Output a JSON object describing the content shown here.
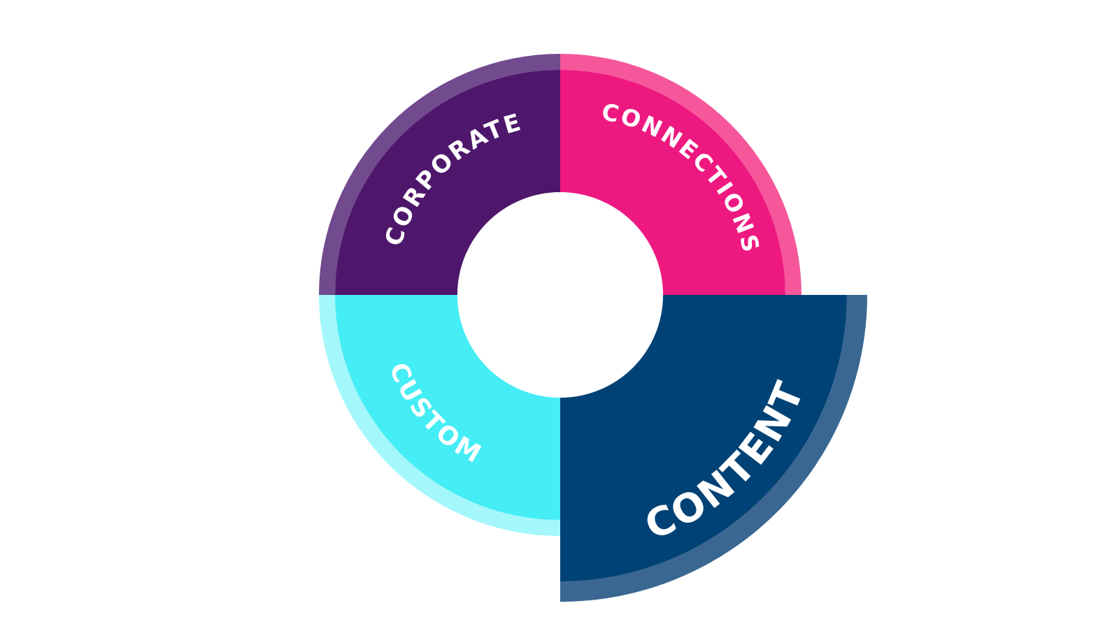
{
  "diagram": {
    "segments": [
      {
        "id": "corporate",
        "label": "CORPORATE",
        "color": "#4E176B",
        "rim_color": "#724A8E",
        "expanded": false
      },
      {
        "id": "connections",
        "label": "CONNECTIONS",
        "color": "#EE1980",
        "rim_color": "#F5579A",
        "expanded": false
      },
      {
        "id": "custom",
        "label": "CUSTOM",
        "color": "#45EDF5",
        "rim_color": "#A4F8FB",
        "expanded": false
      },
      {
        "id": "content",
        "label": "CONTENT",
        "color": "#004275",
        "rim_color": "#3A6791",
        "expanded": true
      }
    ],
    "center_color": "#FFFFFF"
  }
}
